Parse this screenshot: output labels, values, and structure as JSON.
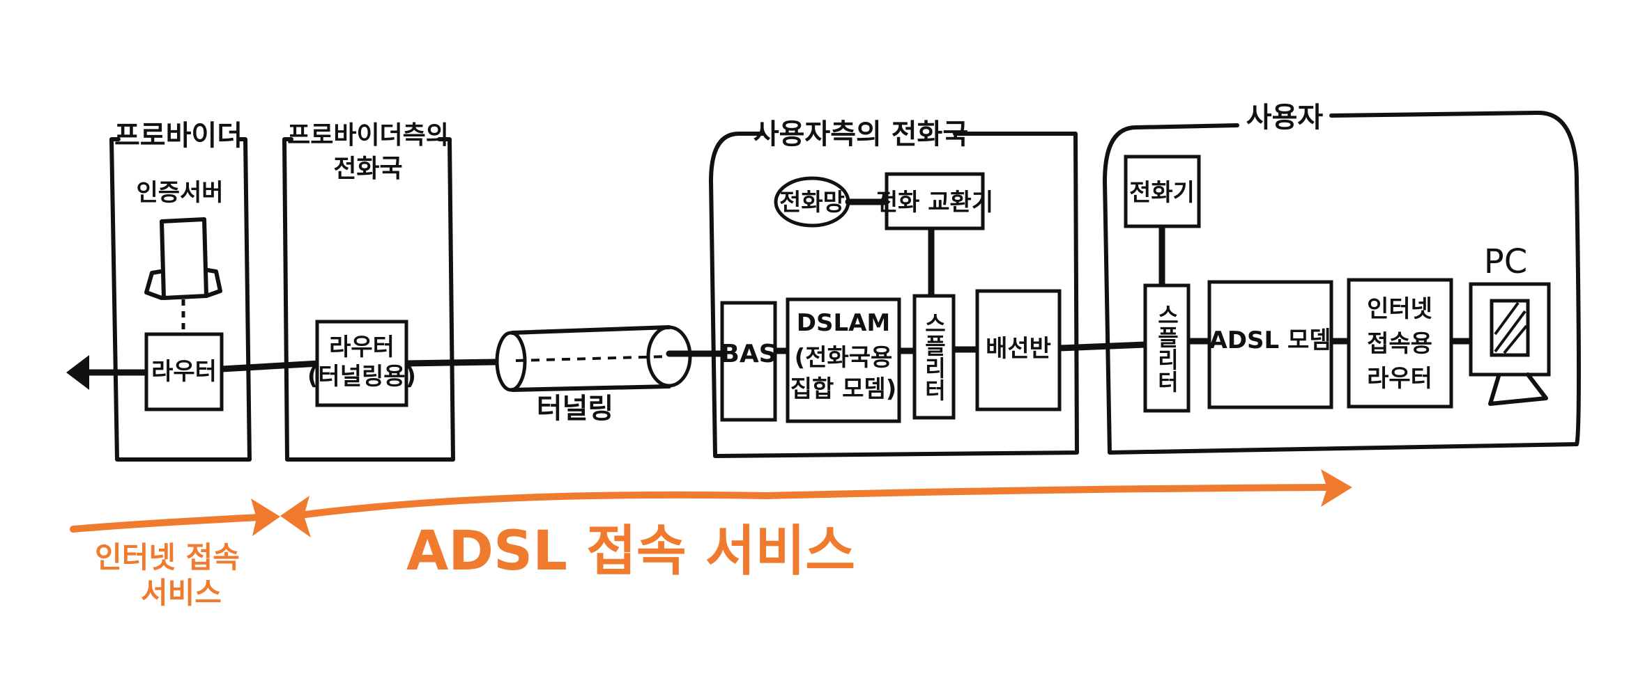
{
  "provider": {
    "title": "프로바이더",
    "auth_server": "인증서버",
    "router": "라우터"
  },
  "provider_office": {
    "title_line1": "프로바이더측의",
    "title_line2": "전화국",
    "router_line1": "라우터",
    "router_line2": "(터널링용)"
  },
  "tunneling": "터널링",
  "user_office": {
    "title": "사용자측의 전화국",
    "phone_network": "전화망",
    "phone_switch": "전화 교환기",
    "bas": "BAS",
    "dslam_line1": "DSLAM",
    "dslam_line2": "(전화국용",
    "dslam_line3": "집합 모뎀)",
    "splitter": "스플리터",
    "distribution_board": "배선반"
  },
  "user": {
    "title": "사용자",
    "telephone": "전화기",
    "splitter": "스플리터",
    "adsl_modem": "ADSL 모뎀",
    "router_line1": "인터넷",
    "router_line2": "접속용",
    "router_line3": "라우터",
    "pc": "PC"
  },
  "services": {
    "internet_line1": "인터넷 접속",
    "internet_line2": "서비스",
    "adsl": "ADSL 접속 서비스"
  },
  "colors": {
    "ink": "#111111",
    "accent": "#F07A2E"
  }
}
